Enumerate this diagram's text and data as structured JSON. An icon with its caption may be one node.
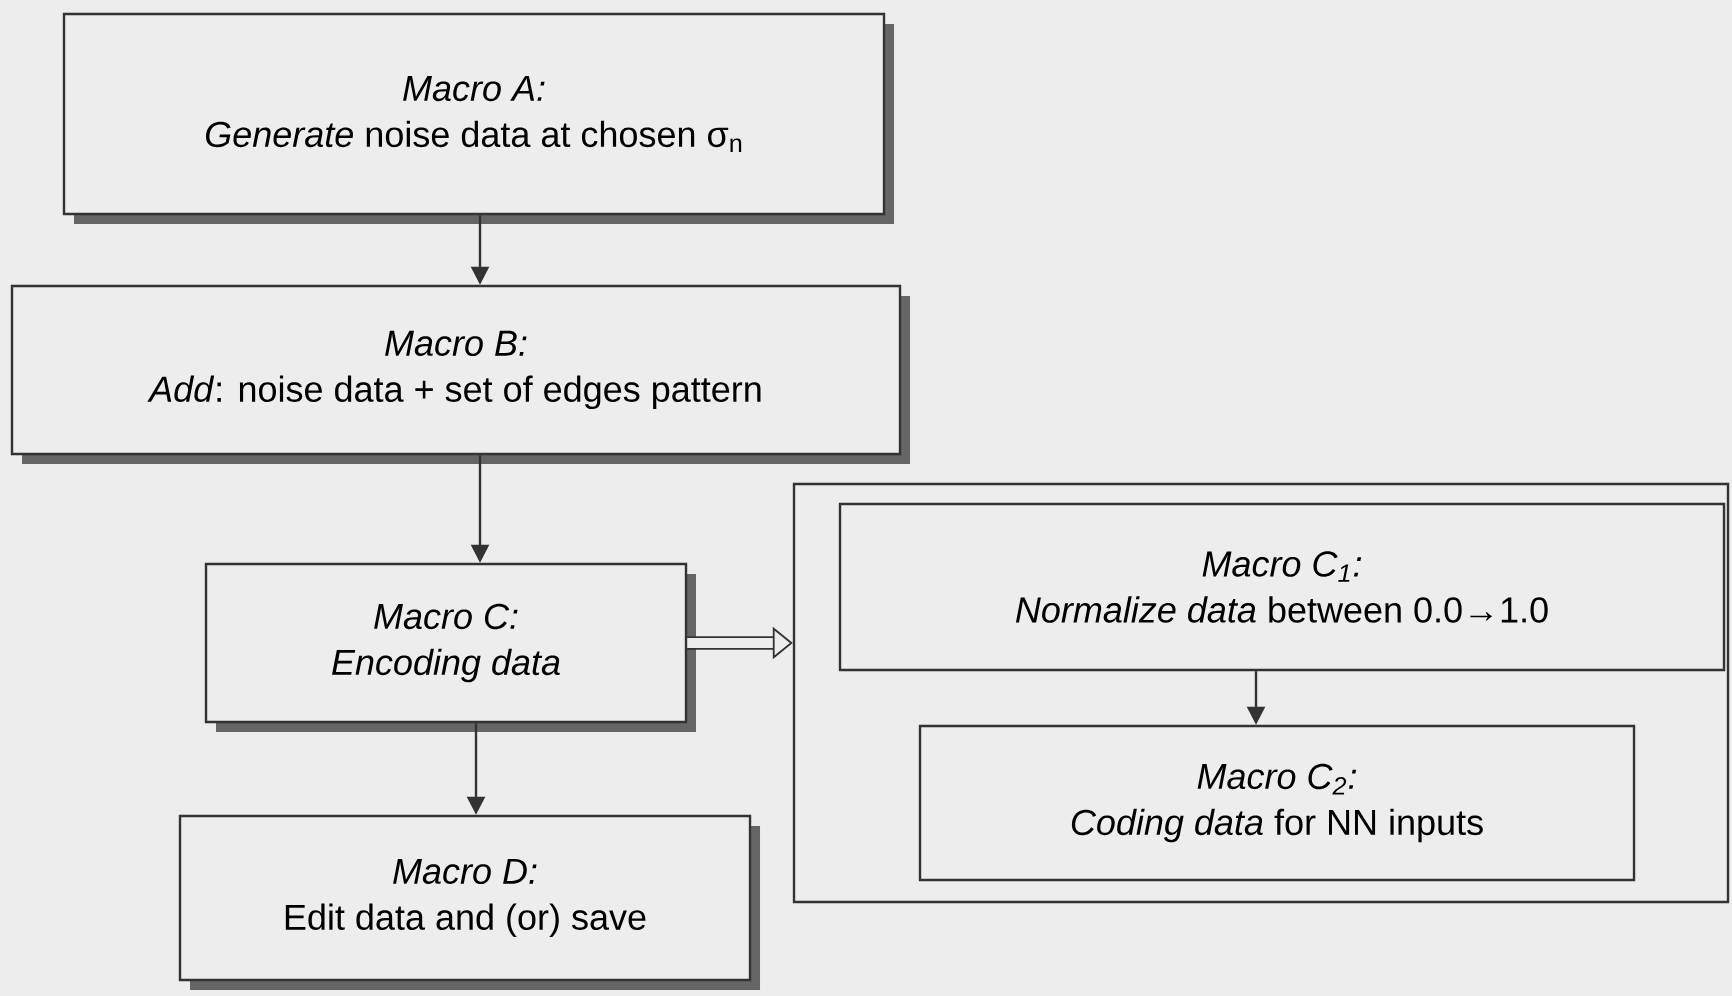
{
  "diagram": {
    "nodes": [
      {
        "text": [
          "Macro A:",
          "*Generate* noise data at chosen σ$_{n}$"
        ]
      },
      {
        "text": [
          "Macro B:",
          "*Add*: noise data + set of edges pattern"
        ]
      },
      {
        "text": [
          "Macro C:",
          "Encoding data"
        ]
      },
      {
        "text": [
          "Macro D:",
          "Edit data and (or) save"
        ]
      },
      {
        "text": [],
        "shape": "box"
      },
      {
        "text": [
          "Macro C$_{1}$:",
          "*Normalize data* between 0.0→1.0"
        ],
        "in": 4
      },
      {
        "text": [
          "Macro C$_{2}$:",
          "*Coding data* for NN inputs"
        ],
        "in": 4
      }
    ],
    "edges": [
      {
        "from": 0,
        "to": 1,
        "arrow": "to"
      },
      {
        "from": 1,
        "to": 2,
        "arrow": "to"
      },
      {
        "from": 2,
        "to": 3,
        "arrow": "to"
      },
      {
        "from": 2,
        "to": 4,
        "arrow": "to",
        "style": "thick"
      },
      {
        "from": 5,
        "to": 6,
        "arrow": "to"
      }
    ]
  }
}
